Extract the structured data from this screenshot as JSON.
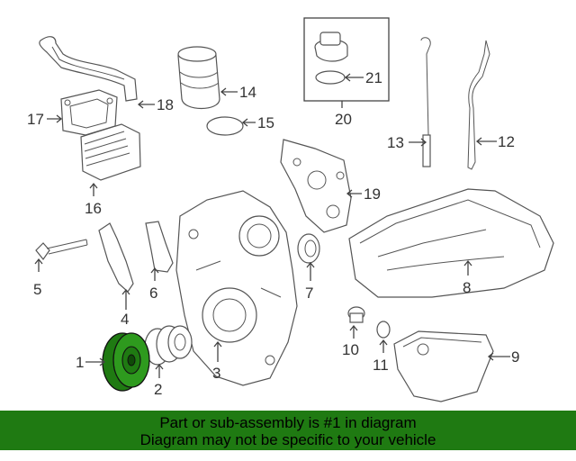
{
  "callouts": [
    {
      "id": "1",
      "label": "1"
    },
    {
      "id": "2",
      "label": "2"
    },
    {
      "id": "3",
      "label": "3"
    },
    {
      "id": "4",
      "label": "4"
    },
    {
      "id": "5",
      "label": "5"
    },
    {
      "id": "6",
      "label": "6"
    },
    {
      "id": "7",
      "label": "7"
    },
    {
      "id": "8",
      "label": "8"
    },
    {
      "id": "9",
      "label": "9"
    },
    {
      "id": "10",
      "label": "10"
    },
    {
      "id": "11",
      "label": "11"
    },
    {
      "id": "12",
      "label": "12"
    },
    {
      "id": "13",
      "label": "13"
    },
    {
      "id": "14",
      "label": "14"
    },
    {
      "id": "15",
      "label": "15"
    },
    {
      "id": "16",
      "label": "16"
    },
    {
      "id": "17",
      "label": "17"
    },
    {
      "id": "18",
      "label": "18"
    },
    {
      "id": "19",
      "label": "19"
    },
    {
      "id": "20",
      "label": "20"
    },
    {
      "id": "21",
      "label": "21"
    }
  ],
  "highlight_color": "#1f7a12",
  "banner": {
    "line1": "Part or sub-assembly is #1 in diagram",
    "line2": "Diagram may not be specific to your vehicle"
  }
}
